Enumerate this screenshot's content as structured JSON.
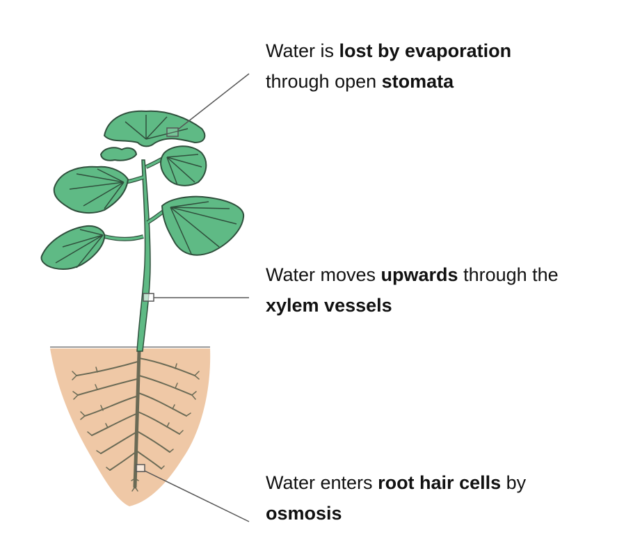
{
  "colors": {
    "leaf_fill": "#5fba85",
    "leaf_stroke": "#2f4f3c",
    "stem_fill": "#5fba85",
    "soil_fill": "#efc8a6",
    "root_stroke": "#6a6a55",
    "soil_line": "#9a9a9a",
    "pointer_line": "#555555"
  },
  "labels": {
    "top": {
      "line1_pre": "Water is ",
      "line1_bold": "lost by evaporation",
      "line2_pre": "through open ",
      "line2_bold": "stomata"
    },
    "middle": {
      "line1_pre": "Water moves ",
      "line1_bold": "upwards",
      "line1_post": " through the",
      "line2_bold": "xylem vessels"
    },
    "bottom": {
      "line1_pre": "Water enters ",
      "line1_bold": "root hair cells",
      "line1_post": " by",
      "line2_bold": "osmosis"
    }
  },
  "icons": {
    "plant": "plant-illustration",
    "soil": "soil-block",
    "roots": "root-system"
  }
}
